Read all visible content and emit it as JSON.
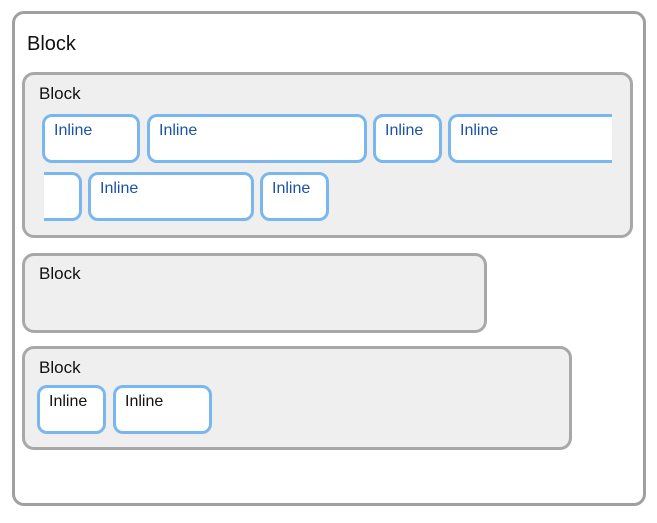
{
  "outer": {
    "label": "Block"
  },
  "blocks": [
    {
      "label": "Block",
      "inlines": [
        "Inline",
        "Inline",
        "Inline",
        "Inline",
        "",
        "Inline",
        "Inline"
      ]
    },
    {
      "label": "Block",
      "inlines": []
    },
    {
      "label": "Block",
      "inlines": [
        "Inline",
        "Inline"
      ]
    }
  ],
  "colors": {
    "block_border": "#a8a8a8",
    "block_fill": "#efefef",
    "inline_border": "#7ab7ef",
    "inline_text_blue": "#1a52a8"
  }
}
